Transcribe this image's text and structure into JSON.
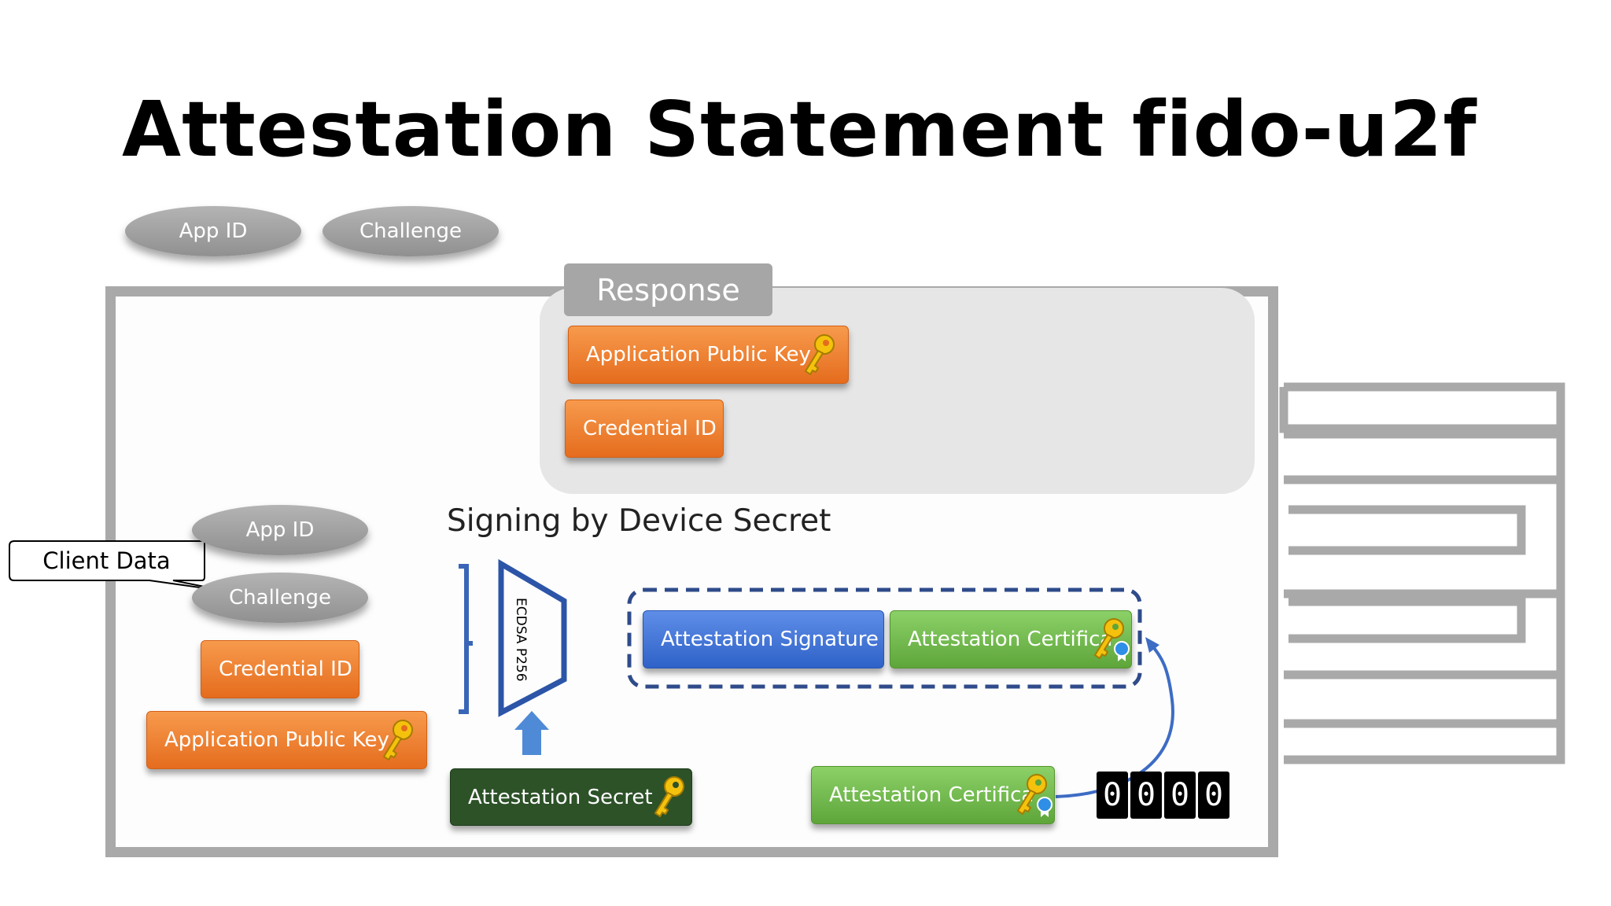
{
  "title": "Attestation Statement fido-u2f",
  "top_inputs": {
    "app_id": "App ID",
    "challenge": "Challenge"
  },
  "response": {
    "label": "Response",
    "application_public_key": "Application Public Key",
    "credential_id": "Credential ID"
  },
  "client_data_callout": "Client Data",
  "inputs": {
    "app_id": "App ID",
    "challenge": "Challenge",
    "credential_id": "Credential ID",
    "application_public_key": "Application Public Key"
  },
  "signing": {
    "label": "Signing by Device Secret",
    "algorithm": "ECDSA P256",
    "attestation_secret": "Attestation Secret"
  },
  "attestation": {
    "signature": "Attestation Signature",
    "certificate_in_response": "Attestation Certifica",
    "certificate_on_device": "Attestation Certifica"
  },
  "counter": {
    "digits": [
      "0",
      "0",
      "0",
      "0"
    ]
  },
  "colors": {
    "orange": "#ed7d31",
    "green": "#70ad47",
    "blue": "#4472c4",
    "dark_green": "#2d5228",
    "gray_oval": "#a0a0a0",
    "device_border": "#a9a9a9",
    "dashed_group": "#2f4b8a"
  },
  "icons": [
    "key-icon",
    "certificate-ribbon-icon",
    "arrow-up-icon",
    "curved-arrow-icon",
    "bracket-icon",
    "trapezoid-icon"
  ]
}
